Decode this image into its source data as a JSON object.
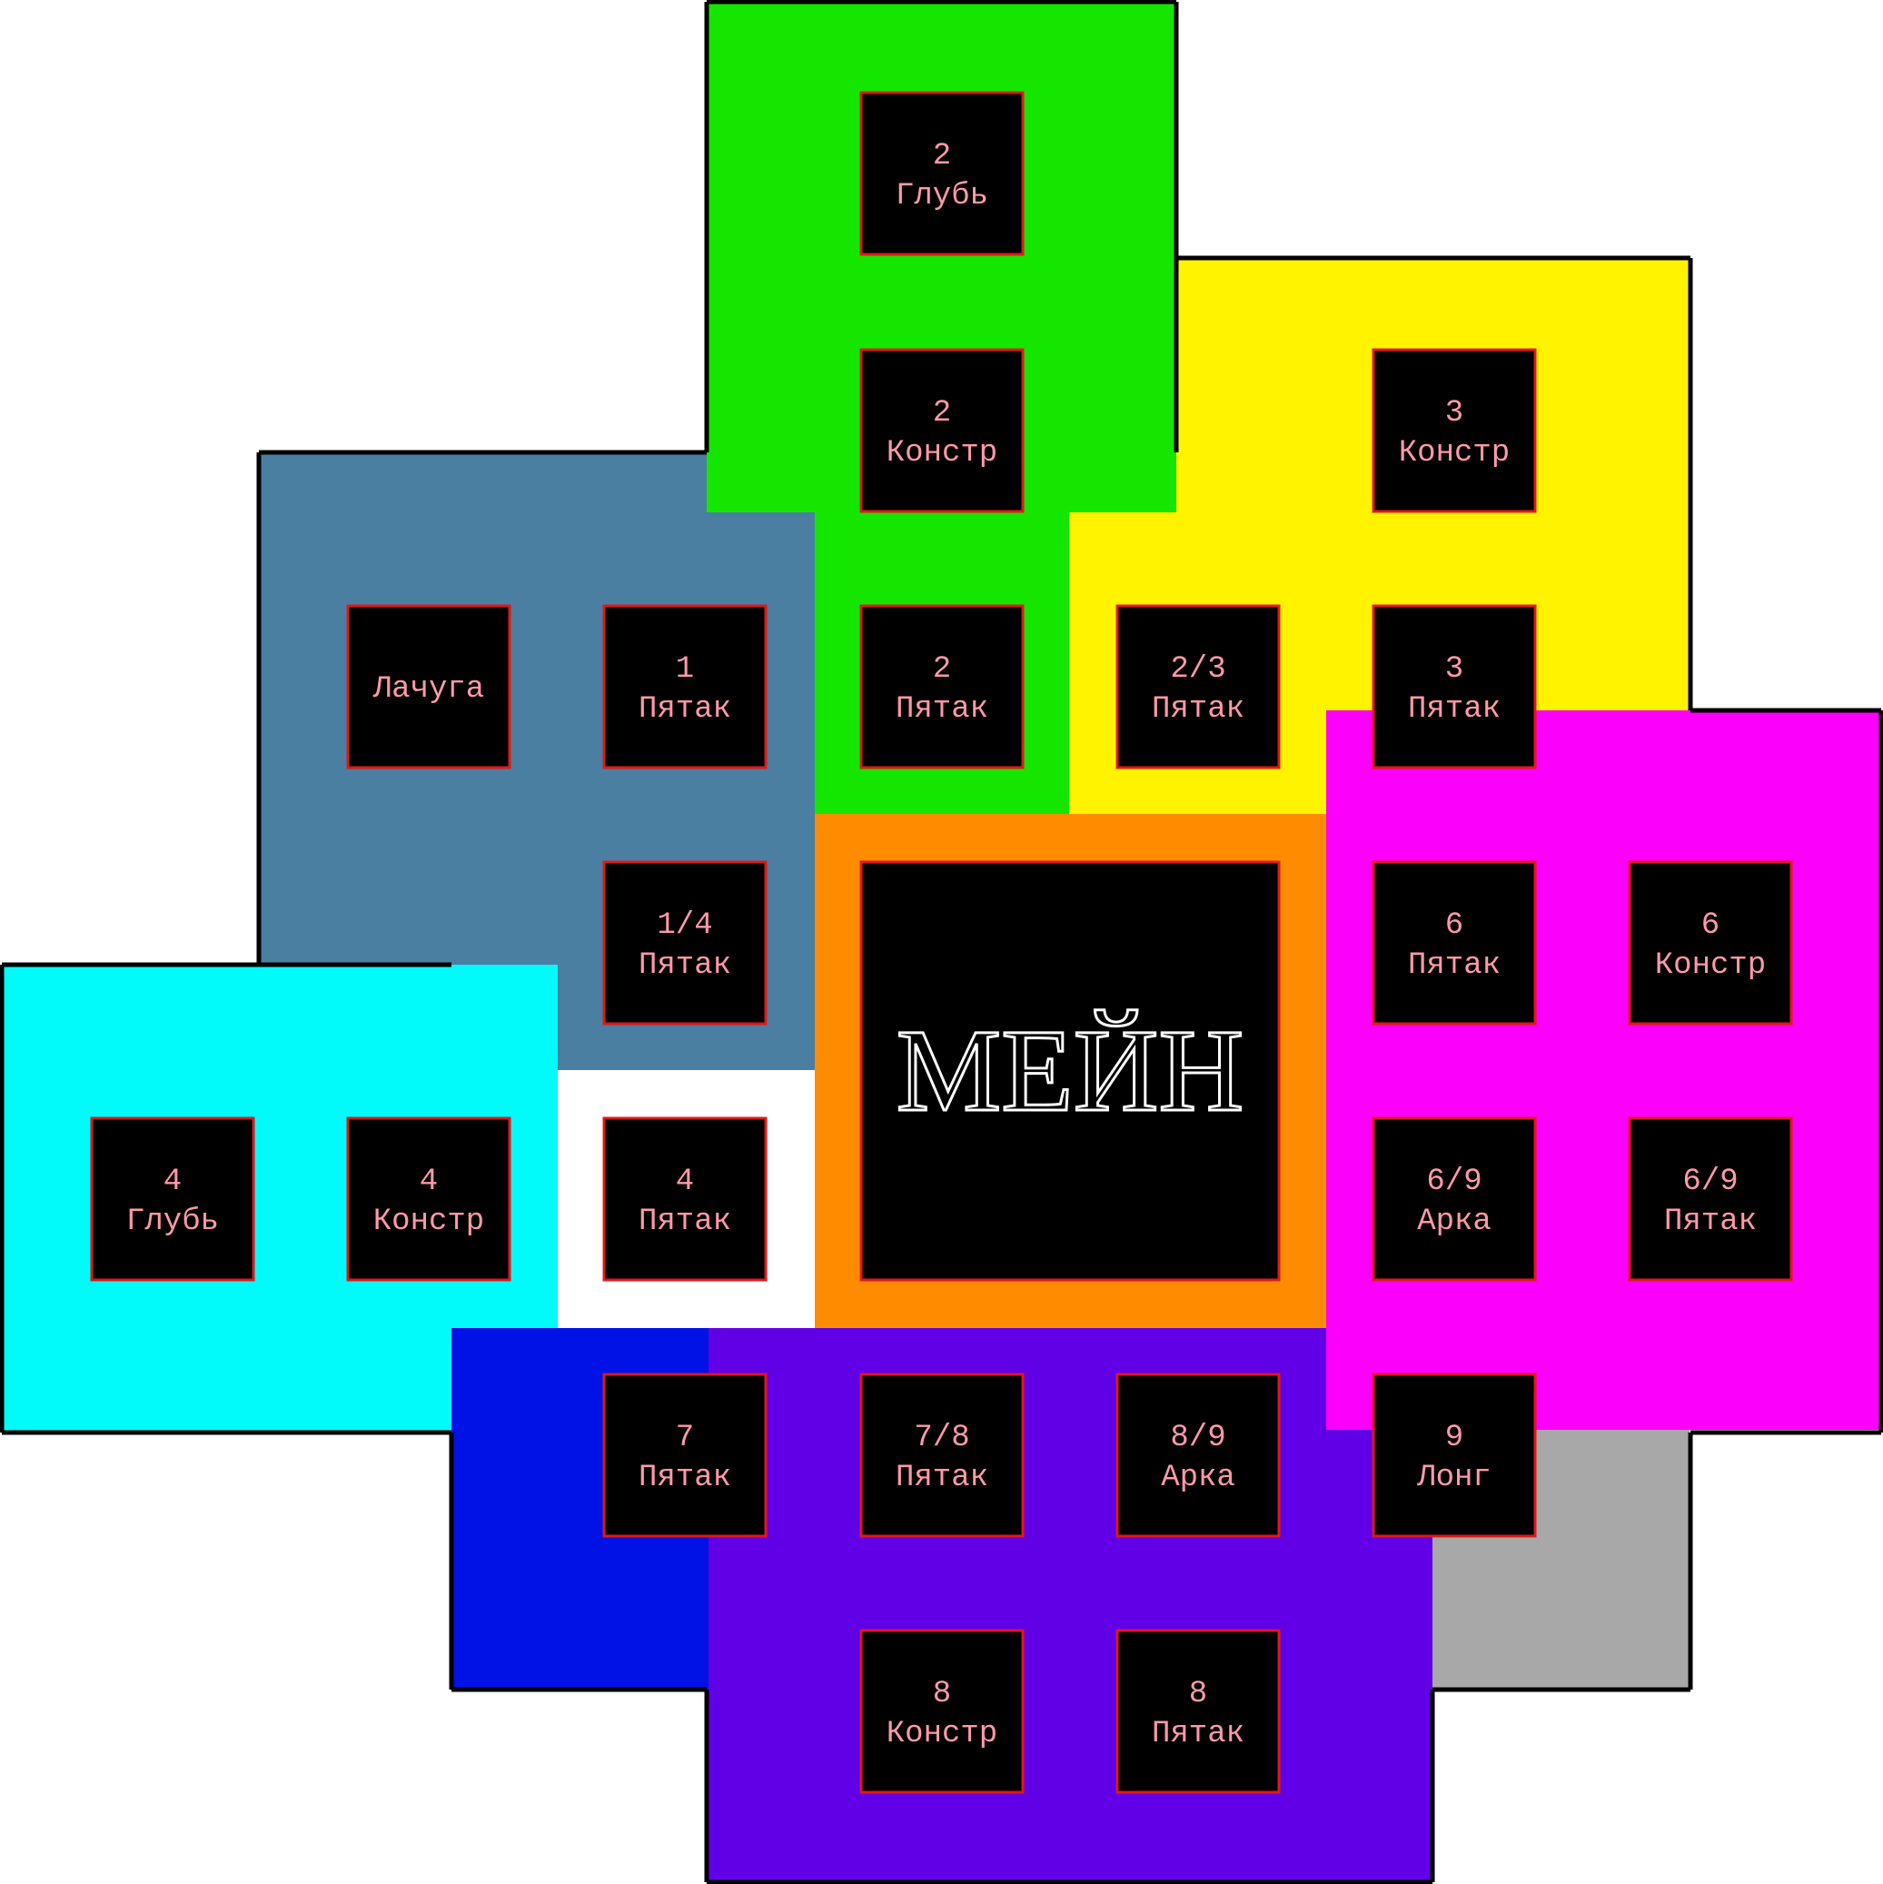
{
  "zones": [
    {
      "name": "zone-steel-blue",
      "color": "#4a7fa2"
    },
    {
      "name": "zone-cyan",
      "color": "#00fbfa"
    },
    {
      "name": "zone-blue",
      "color": "#0012e6"
    },
    {
      "name": "zone-purple",
      "color": "#6100e6"
    },
    {
      "name": "zone-gray",
      "color": "#a8a8a8"
    },
    {
      "name": "zone-magenta",
      "color": "#fb00fb"
    },
    {
      "name": "zone-yellow",
      "color": "#fff300"
    },
    {
      "name": "zone-green",
      "color": "#15e600"
    },
    {
      "name": "zone-orange-main",
      "color": "#ff8c00"
    }
  ],
  "main": {
    "label": "МЕЙН"
  },
  "tiles": [
    {
      "id": "t-2-glub",
      "lines": [
        "2",
        "Глубь"
      ]
    },
    {
      "id": "t-2-konstr",
      "lines": [
        "2",
        "Констр"
      ]
    },
    {
      "id": "t-3-konstr",
      "lines": [
        "3",
        "Констр"
      ]
    },
    {
      "id": "t-lachuga",
      "lines": [
        "Лачуга"
      ]
    },
    {
      "id": "t-1-pyatak",
      "lines": [
        "1",
        "Пятак"
      ]
    },
    {
      "id": "t-2-pyatak",
      "lines": [
        "2",
        "Пятак"
      ]
    },
    {
      "id": "t-23-pyatak",
      "lines": [
        "2/3",
        "Пятак"
      ]
    },
    {
      "id": "t-3-pyatak",
      "lines": [
        "3",
        "Пятак"
      ]
    },
    {
      "id": "t-14-pyatak",
      "lines": [
        "1/4",
        "Пятак"
      ]
    },
    {
      "id": "t-6-pyatak",
      "lines": [
        "6",
        "Пятак"
      ]
    },
    {
      "id": "t-6-konstr",
      "lines": [
        "6",
        "Констр"
      ]
    },
    {
      "id": "t-4-glub",
      "lines": [
        "4",
        "Глубь"
      ]
    },
    {
      "id": "t-4-konstr",
      "lines": [
        "4",
        "Констр"
      ]
    },
    {
      "id": "t-4-pyatak",
      "lines": [
        "4",
        "Пятак"
      ]
    },
    {
      "id": "t-69-arka",
      "lines": [
        "6/9",
        "Арка"
      ]
    },
    {
      "id": "t-69-pyatak",
      "lines": [
        "6/9",
        "Пятак"
      ]
    },
    {
      "id": "t-7-pyatak",
      "lines": [
        "7",
        "Пятак"
      ]
    },
    {
      "id": "t-78-pyatak",
      "lines": [
        "7/8",
        "Пятак"
      ]
    },
    {
      "id": "t-89-arka",
      "lines": [
        "8/9",
        "Арка"
      ]
    },
    {
      "id": "t-9-long",
      "lines": [
        "9",
        "Лонг"
      ]
    },
    {
      "id": "t-8-konstr",
      "lines": [
        "8",
        "Констр"
      ]
    },
    {
      "id": "t-8-pyatak",
      "lines": [
        "8",
        "Пятак"
      ]
    }
  ]
}
